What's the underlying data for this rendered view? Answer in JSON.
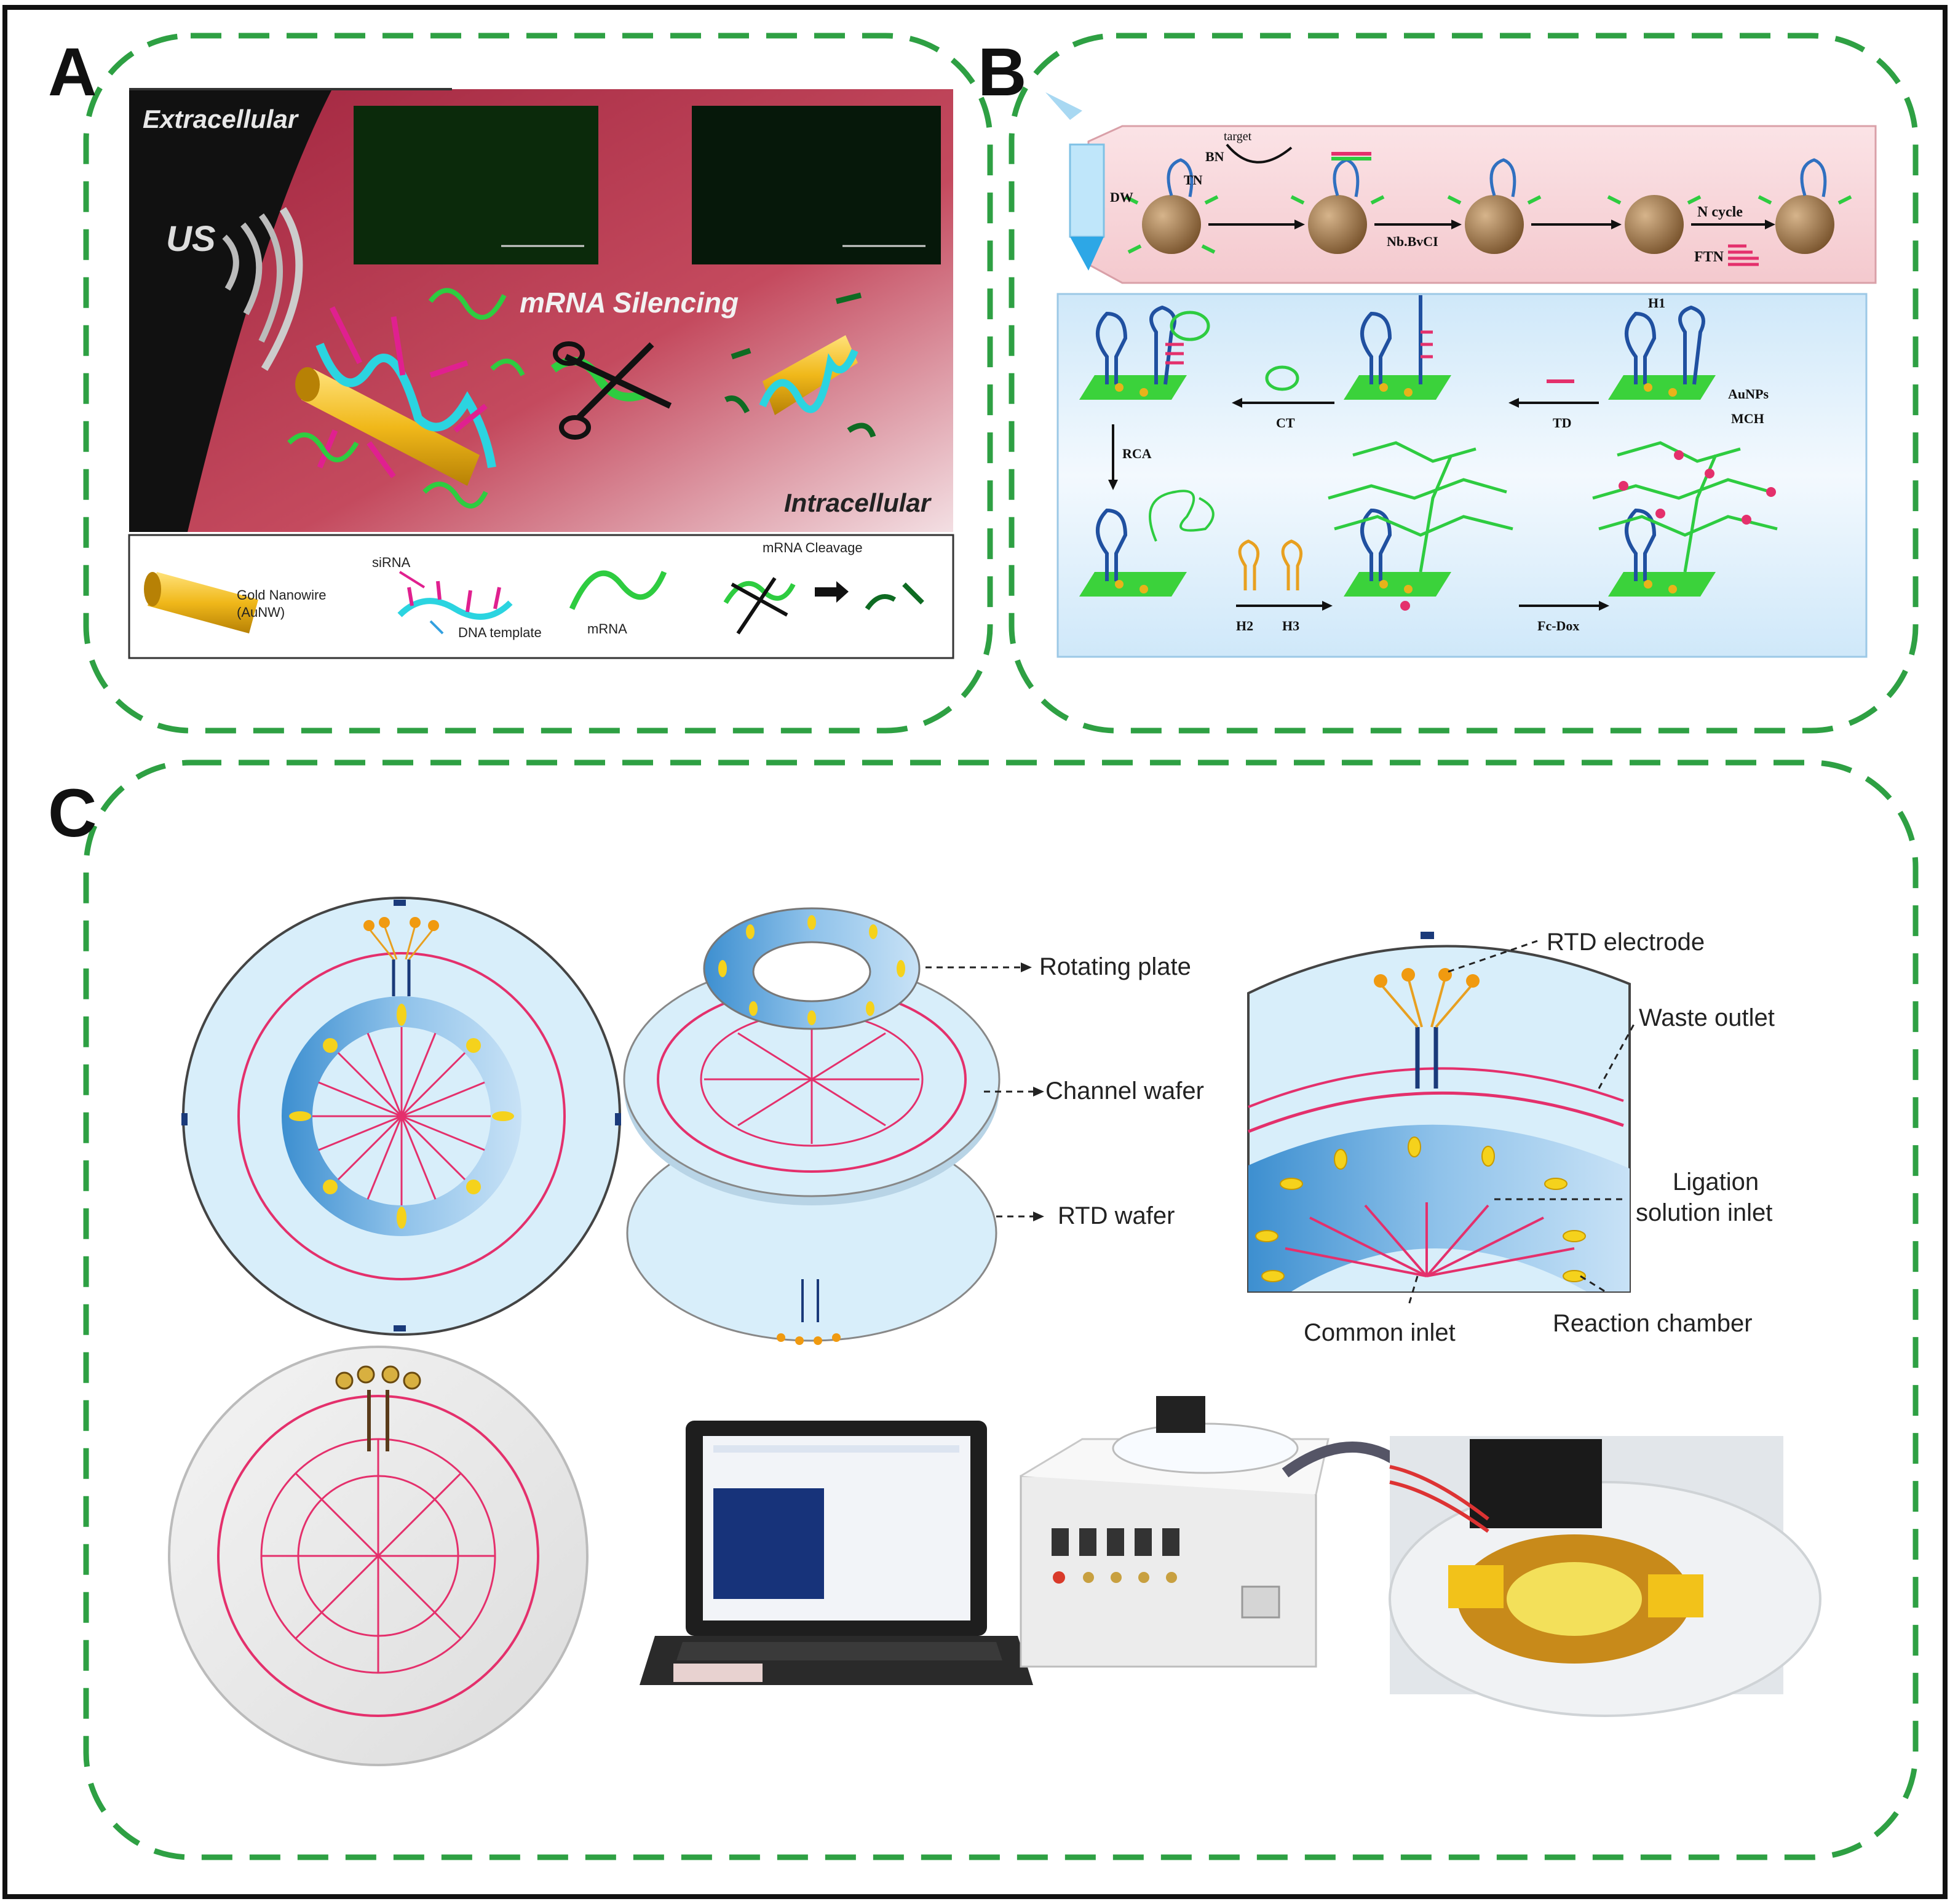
{
  "panels": {
    "A": {
      "letter": "A",
      "extracellular": "Extracellular",
      "intracellular": "Intracellular",
      "us": "US",
      "silencing": "mRNA Silencing",
      "legend": {
        "gold1": "Gold Nanowire",
        "gold2": "(AuNW)",
        "sirna": "siRNA",
        "dna": "DNA template",
        "mrna": "mRNA",
        "cleavage": "mRNA Cleavage"
      }
    },
    "B": {
      "letter": "B",
      "top": {
        "target": "target",
        "bn": "BN",
        "dw": "DW",
        "tn": "TN",
        "nb": "Nb.BvCI",
        "ncycle": "N cycle",
        "ftn": "FTN"
      },
      "bottom": {
        "h1": "H1",
        "aunps": "AuNPs",
        "mch": "MCH",
        "td": "TD",
        "ct": "CT",
        "rca": "RCA",
        "h2": "H2",
        "h3": "H3",
        "fcdox": "Fc-Dox"
      }
    },
    "C": {
      "letter": "C",
      "labels": {
        "rotating": "Rotating plate",
        "channel": "Channel wafer",
        "rtdwafer": "RTD wafer",
        "rtdelectrode": "RTD electrode",
        "waste": "Waste outlet",
        "ligation1": "Ligation",
        "ligation2": "solution inlet",
        "common": "Common inlet",
        "reaction": "Reaction chamber"
      }
    }
  },
  "colors": {
    "dash": "#2ea043",
    "pink": "#e4306c",
    "green": "#2ecc40",
    "cyan": "#33c6d6",
    "gold": "#e8b31a",
    "magenta": "#e0208f",
    "chipblue": "#d8eefa"
  }
}
